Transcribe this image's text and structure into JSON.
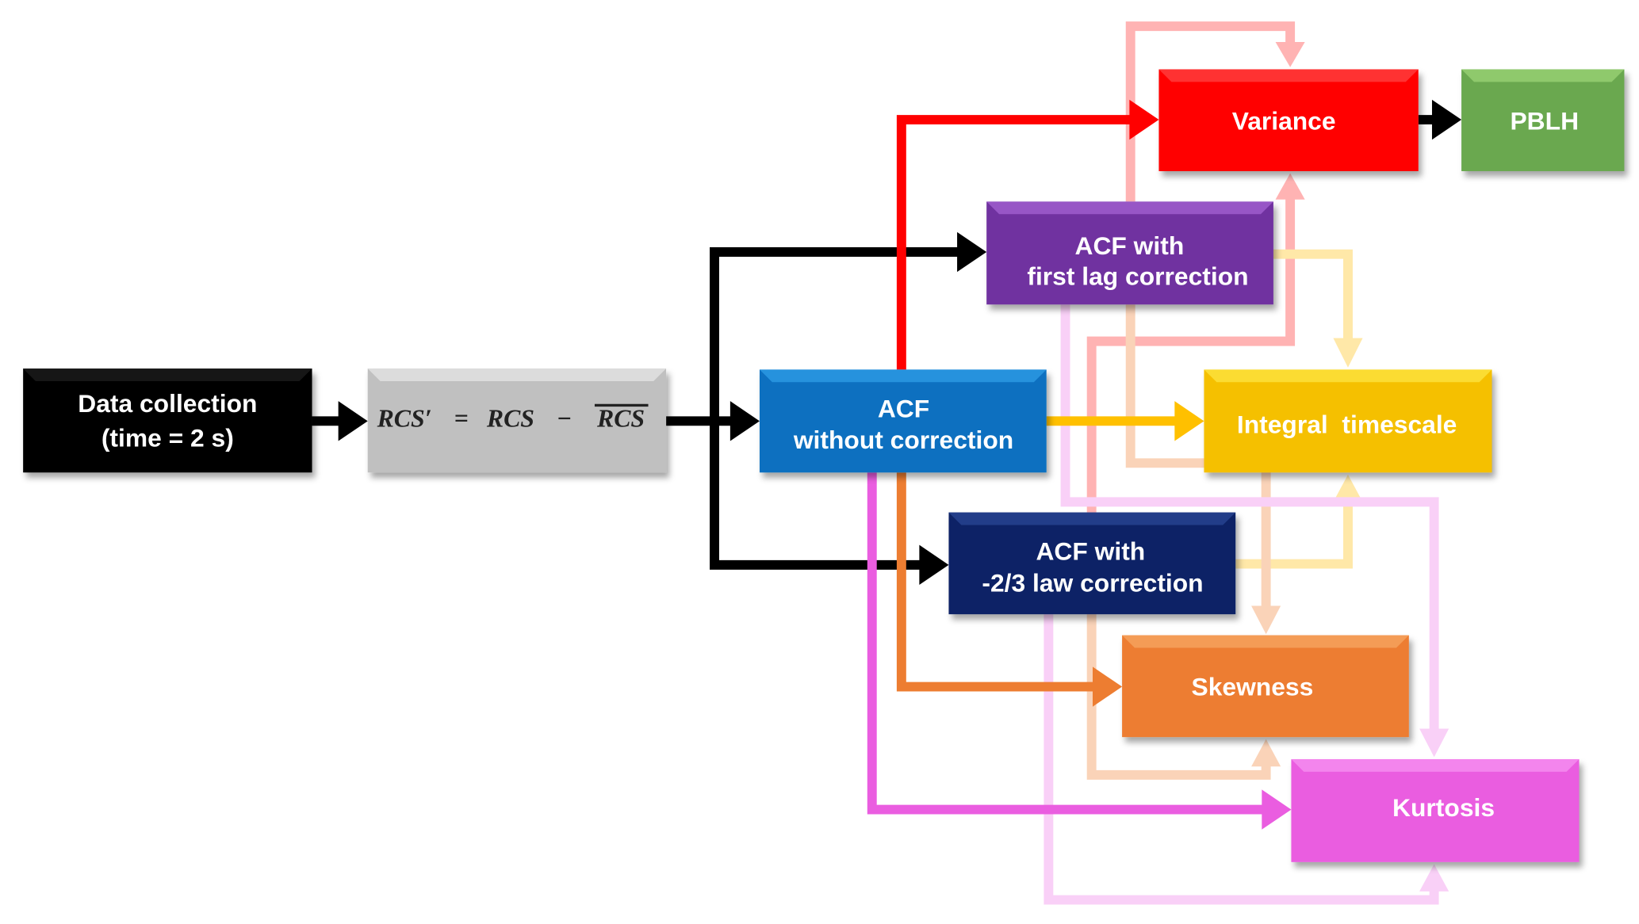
{
  "diagram": {
    "type": "flowchart",
    "nodes": [
      {
        "id": "data",
        "lines": [
          "Data collection",
          "(time = 2 s)"
        ],
        "color": "#000000",
        "edge": "#3a3a3a"
      },
      {
        "id": "rcs",
        "math": {
          "lhs": "RCS′",
          "eq": "=",
          "term1": "RCS",
          "minus": "−",
          "term2": "RCS"
        },
        "color": "#c0c0c0",
        "edge": "#e6e6e6"
      },
      {
        "id": "acf_none",
        "lines": [
          "ACF",
          "without correction"
        ],
        "color": "#0a70c0",
        "edge": "#3aa8f0"
      },
      {
        "id": "acf_first",
        "lines": [
          "ACF with",
          "first lag correction"
        ],
        "color": "#7030a0",
        "edge": "#b070e0"
      },
      {
        "id": "acf_23",
        "lines": [
          "ACF with",
          "-2/3 law correction"
        ],
        "color": "#0c2466",
        "edge": "#3050a0"
      },
      {
        "id": "variance",
        "lines": [
          "Variance"
        ],
        "color": "#ff0000",
        "edge": "#ff5050"
      },
      {
        "id": "pblh",
        "lines": [
          "PBLH"
        ],
        "color": "#6aa84f",
        "edge": "#a8e080"
      },
      {
        "id": "integral",
        "lines": [
          "Integral  timescale"
        ],
        "color": "#f5c000",
        "edge": "#ffee50"
      },
      {
        "id": "skewness",
        "lines": [
          "Skewness"
        ],
        "color": "#ed7d31",
        "edge": "#f8b070"
      },
      {
        "id": "kurtosis",
        "lines": [
          "Kurtosis"
        ],
        "color": "#ea5de0",
        "edge": "#f8a0f5"
      }
    ],
    "edges": [
      {
        "from": "data",
        "to": "rcs",
        "color": "#000000"
      },
      {
        "from": "rcs",
        "to": "acf_none",
        "color": "#000000"
      },
      {
        "from": "rcs",
        "to": "acf_first",
        "color": "#000000"
      },
      {
        "from": "rcs",
        "to": "acf_23",
        "color": "#000000"
      },
      {
        "from": "variance",
        "to": "pblh",
        "color": "#000000"
      },
      {
        "from": "acf_none",
        "to": "variance",
        "color": "#ff0000"
      },
      {
        "from": "acf_none",
        "to": "integral",
        "color": "#ffc000"
      },
      {
        "from": "acf_none",
        "to": "skewness",
        "color": "#ed7d31"
      },
      {
        "from": "acf_none",
        "to": "kurtosis",
        "color": "#ea5de0"
      },
      {
        "from": "acf_first",
        "to": "variance",
        "color": "#ffb3b3"
      },
      {
        "from": "acf_first",
        "to": "integral",
        "color": "#ffe8a8"
      },
      {
        "from": "acf_first",
        "to": "skewness",
        "color": "#fad3b8"
      },
      {
        "from": "acf_first",
        "to": "kurtosis",
        "color": "#f9d0f7"
      },
      {
        "from": "acf_23",
        "to": "variance",
        "color": "#ffb3b3"
      },
      {
        "from": "acf_23",
        "to": "integral",
        "color": "#ffe8a8"
      },
      {
        "from": "acf_23",
        "to": "skewness",
        "color": "#fad3b8"
      },
      {
        "from": "acf_23",
        "to": "kurtosis",
        "color": "#f9d0f7"
      }
    ]
  }
}
